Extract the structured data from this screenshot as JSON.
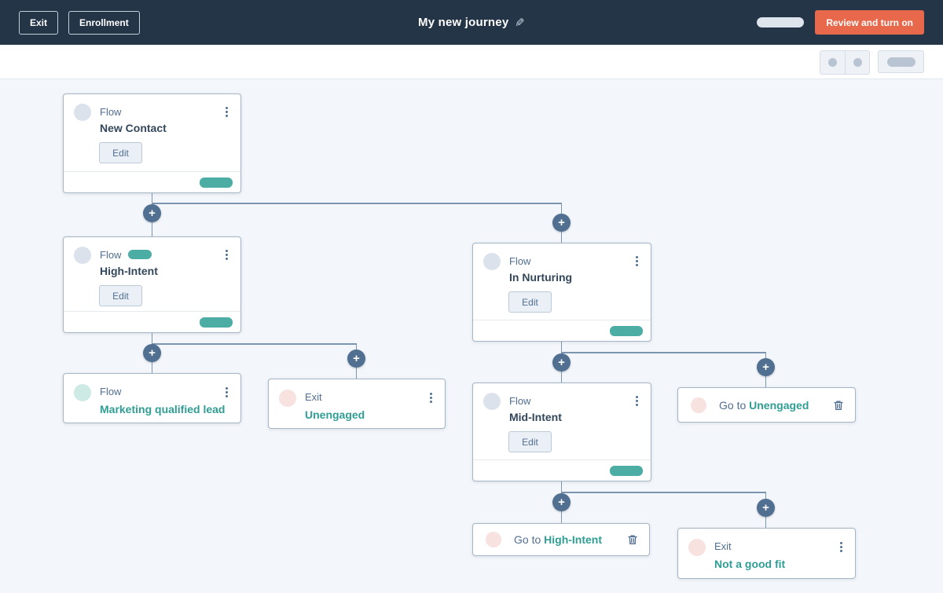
{
  "navbar": {
    "exit_button": "Exit",
    "enrollment_button": "Enrollment",
    "title": "My new journey",
    "review_button": "Review and turn on"
  },
  "canvas": {
    "add_step_label": "+",
    "nodes": {
      "new_contact": {
        "type_label": "Flow",
        "title": "New Contact",
        "edit_label": "Edit"
      },
      "high_intent": {
        "type_label": "Flow",
        "title": "High-Intent",
        "edit_label": "Edit"
      },
      "in_nurturing": {
        "type_label": "Flow",
        "title": "In Nurturing",
        "edit_label": "Edit"
      },
      "marketing_qualified_lead": {
        "type_label": "Flow",
        "title": "Marketing qualified lead"
      },
      "exit_unengaged": {
        "type_label": "Exit",
        "title": "Unengaged"
      },
      "mid_intent": {
        "type_label": "Flow",
        "title": "Mid-Intent",
        "edit_label": "Edit"
      },
      "go_to_unengaged": {
        "prefix": "Go to",
        "target": "Unengaged"
      },
      "go_to_high_intent": {
        "prefix": "Go to",
        "target": "High-Intent"
      },
      "exit_not_a_good_fit": {
        "type_label": "Exit",
        "title": "Not a good fit"
      }
    }
  },
  "icons": {
    "title_edit": "pencil-icon",
    "node_menu": "kebab-menu-icon",
    "delete_step": "trash-icon",
    "add_step": "plus-icon"
  },
  "colors": {
    "navbar_bg": "#243548",
    "cta_orange": "#e8684c",
    "canvas_bg": "#f3f6fa",
    "teal_accent": "#4bada4",
    "teal_link_text": "#2f9e94",
    "plus_circle": "#516f90",
    "connector_line": "#7c95af",
    "node_title_text": "#33475b",
    "node_label_text": "#516f90"
  }
}
